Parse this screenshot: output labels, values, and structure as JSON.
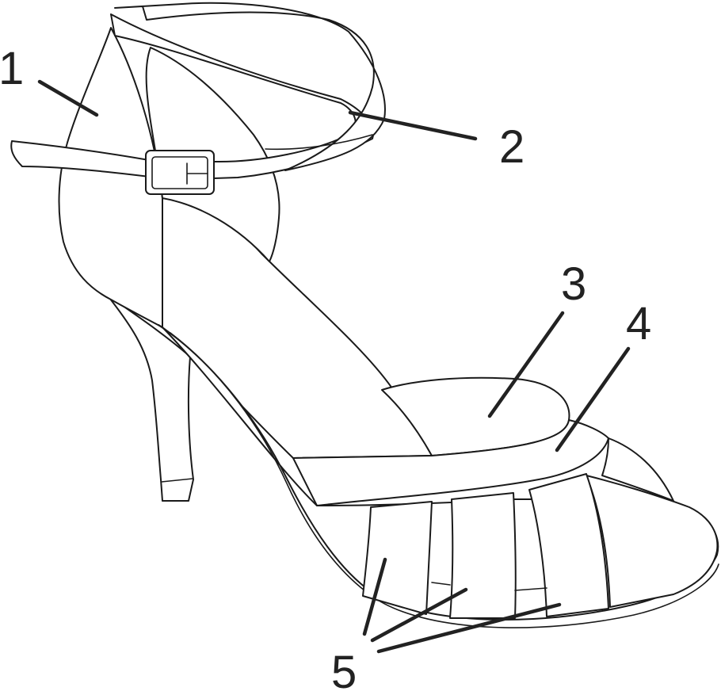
{
  "colors": {
    "line": "#1a1a1a",
    "callout": "#222222",
    "background": "#ffffff"
  },
  "callouts": [
    {
      "id": "c1",
      "number": "1",
      "part": "heel-counter"
    },
    {
      "id": "c2",
      "number": "2",
      "part": "ankle-strap"
    },
    {
      "id": "c3",
      "number": "3",
      "part": "insole"
    },
    {
      "id": "c4",
      "number": "4",
      "part": "sole-edge"
    },
    {
      "id": "c5",
      "number": "5",
      "part": "toe-straps"
    }
  ]
}
